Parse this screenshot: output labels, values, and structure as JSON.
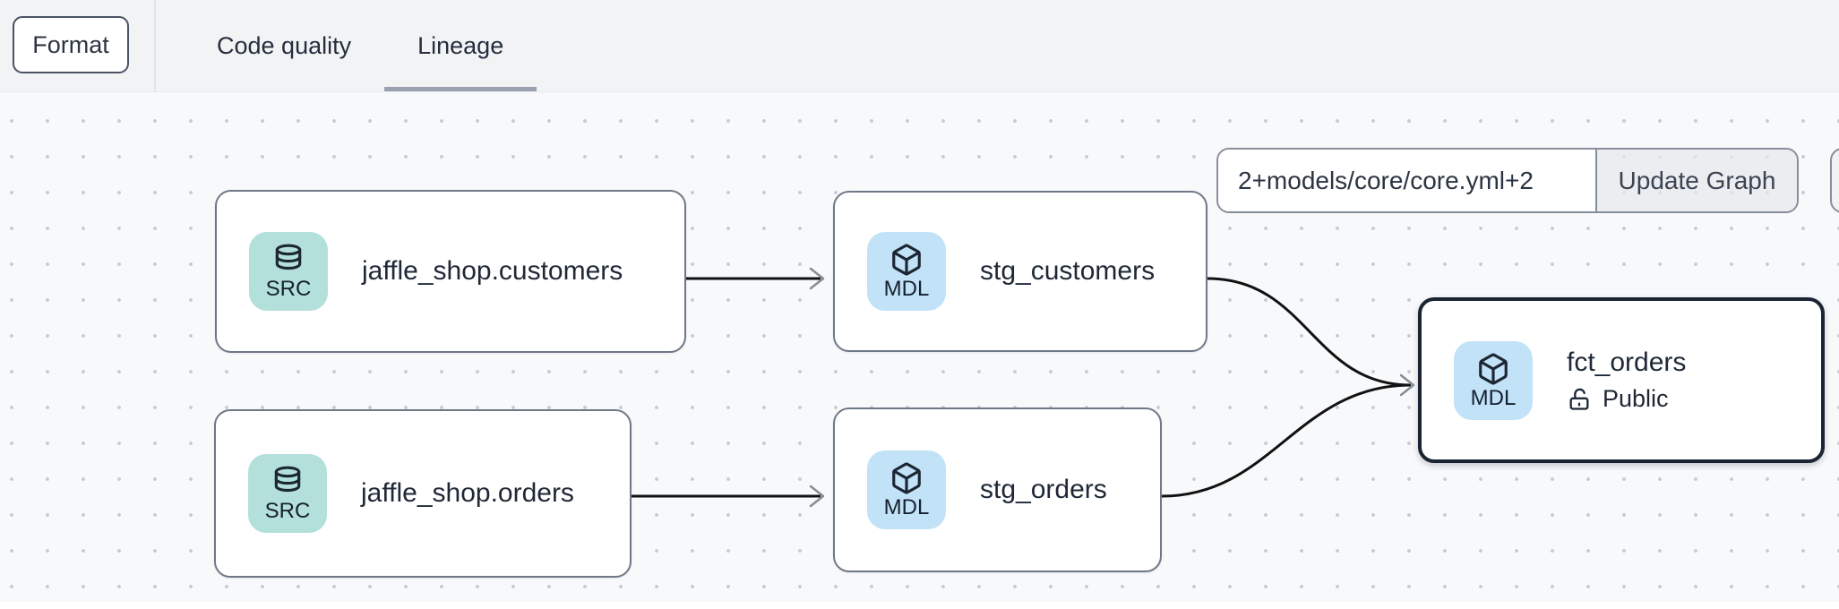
{
  "editor_toolbar": {
    "format_button": "Format"
  },
  "tabs": {
    "items": [
      {
        "label": "Code quality",
        "active": false
      },
      {
        "label": "Lineage",
        "active": true
      }
    ]
  },
  "lineage": {
    "selector_input": {
      "value": "2+models/core/core.yml+2"
    },
    "update_graph_button": "Update Graph",
    "nodes": [
      {
        "badge": "SRC",
        "label": "jaffle_shop.customers",
        "type": "source"
      },
      {
        "badge": "MDL",
        "label": "stg_customers",
        "type": "model"
      },
      {
        "badge": "SRC",
        "label": "jaffle_shop.orders",
        "type": "source"
      },
      {
        "badge": "MDL",
        "label": "stg_orders",
        "type": "model"
      },
      {
        "badge": "MDL",
        "label": "fct_orders",
        "access": "Public",
        "type": "model",
        "selected": true
      }
    ],
    "edges": [
      {
        "from": "jaffle_shop.customers",
        "to": "stg_customers"
      },
      {
        "from": "jaffle_shop.orders",
        "to": "stg_orders"
      },
      {
        "from": "stg_customers",
        "to": "fct_orders"
      },
      {
        "from": "stg_orders",
        "to": "fct_orders"
      }
    ],
    "icons": {
      "source_badge": "database-icon",
      "model_badge": "cube-icon",
      "public_access": "unlock-icon"
    }
  },
  "colors": {
    "source_badge": "#b4e0dc",
    "model_badge": "#c2e2f8",
    "node_border": "#6f7887",
    "selected_node_border": "#1b2433",
    "edge": "#111111",
    "arrowhead": "#868c96",
    "tab_underline": "#99a1b0",
    "topbar_bg": "#f2f3f5",
    "canvas_bg": "#f8f9fb",
    "canvas_dot": "#c6cad3"
  }
}
